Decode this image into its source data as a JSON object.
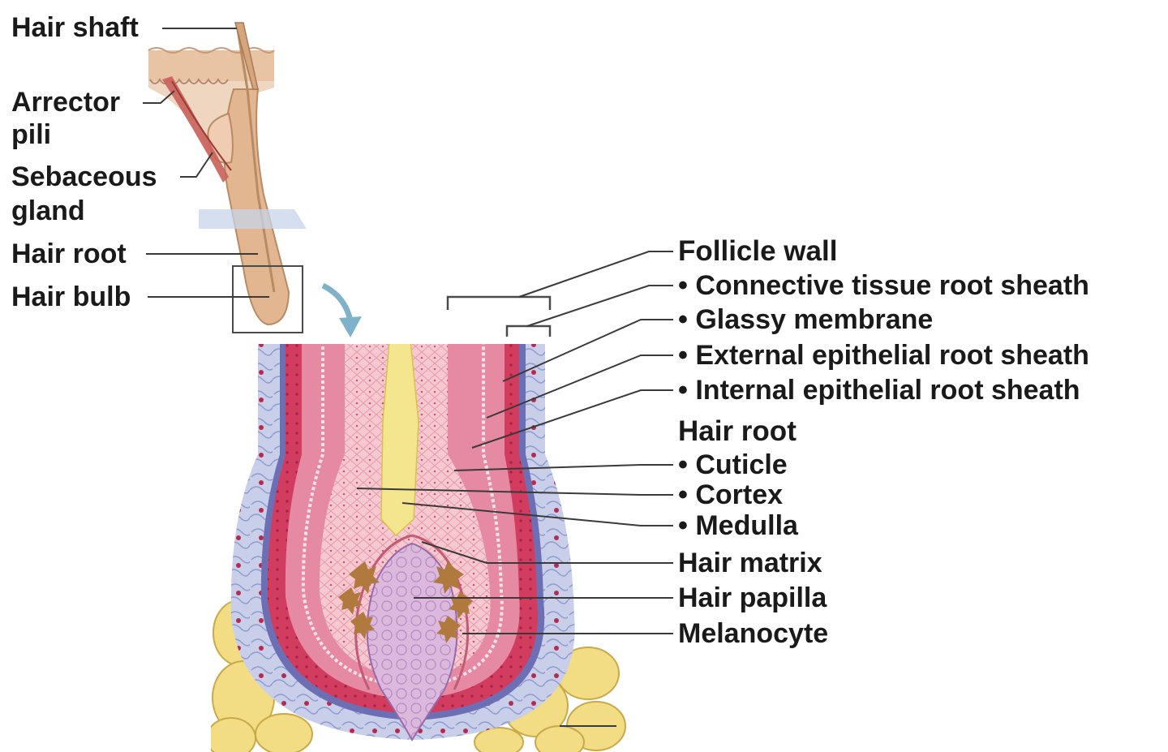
{
  "left_labels": {
    "hair_shaft": "Hair shaft",
    "arrector_pili": [
      "Arrector",
      "pili"
    ],
    "sebaceous_gland": [
      "Sebaceous",
      "gland"
    ],
    "hair_root": "Hair root",
    "hair_bulb": "Hair bulb"
  },
  "follicle_wall": {
    "heading": "Follicle wall",
    "items": [
      "Connective tissue root sheath",
      "Glassy membrane",
      "External epithelial root sheath",
      "Internal epithelial root sheath"
    ]
  },
  "hair_root_section": {
    "heading": "Hair root",
    "items": [
      "Cuticle",
      "Cortex",
      "Medulla"
    ]
  },
  "bottom_labels": [
    "Hair matrix",
    "Hair papilla",
    "Melanocyte"
  ],
  "colors": {
    "skin": "#e8c4a4",
    "hair": "#e2b690",
    "muscle": "#c9605a",
    "connective": "#c9cfe8",
    "glassy": "#6d6fb4",
    "external_sheath": "#d23c5f",
    "internal_sheath": "#e58aa2",
    "cortex": "#f6c8cf",
    "medulla": "#f3e68e",
    "papilla": "#d7b2d9",
    "melanocyte": "#b07a3e",
    "fat": "#f2dc84",
    "leader": "#3a3a3a"
  }
}
